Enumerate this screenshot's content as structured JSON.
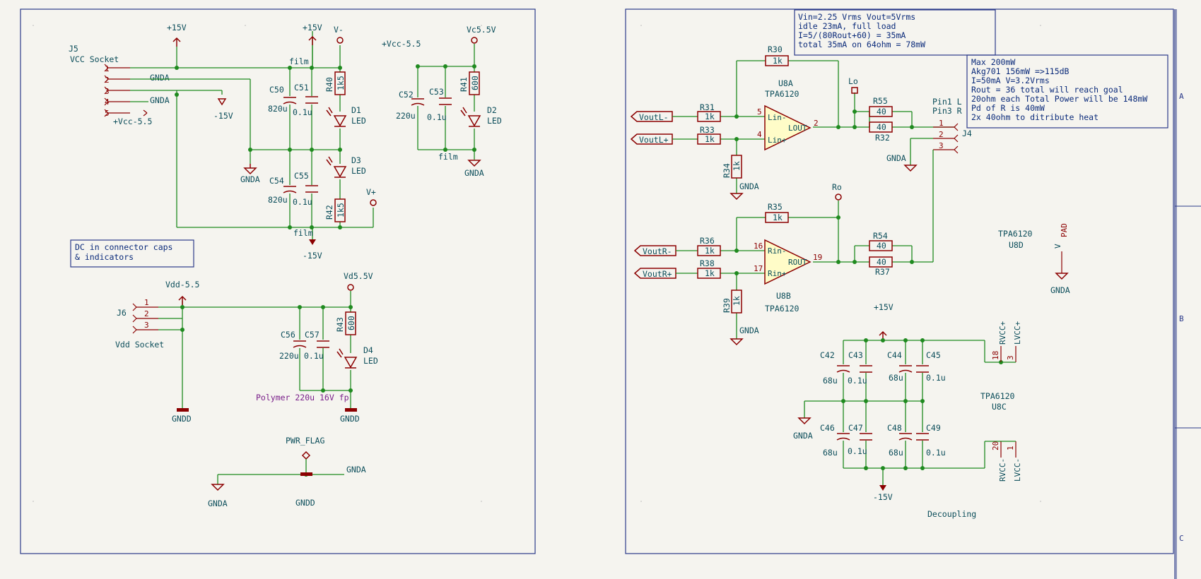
{
  "supplies": {
    "p15v": "+15V",
    "m15v": "-15V",
    "vminus": "V-",
    "vplus": "V+",
    "vcc55": "+Vcc-5.5",
    "vc55": "Vc5.5V",
    "vdd55": "Vdd-5.5",
    "vd55": "Vd5.5V",
    "gnda": "GNDA",
    "gndd": "GNDD",
    "pwr_flag": "PWR_FLAG",
    "film": "film"
  },
  "j5": {
    "ref": "J5",
    "value": "VCC Socket",
    "pins": [
      "1",
      "2",
      "3",
      "4",
      "5"
    ],
    "net2": "GNDA",
    "net4": "GNDA",
    "net5": "+Vcc-5.5"
  },
  "j6": {
    "ref": "J6",
    "value": "Vdd Socket",
    "pins": [
      "1",
      "2",
      "3"
    ]
  },
  "parts": {
    "c50": {
      "ref": "C50",
      "val": "820u"
    },
    "c51": {
      "ref": "C51",
      "val": "0.1u"
    },
    "c54": {
      "ref": "C54",
      "val": "820u"
    },
    "c55": {
      "ref": "C55",
      "val": "0.1u"
    },
    "r40": {
      "ref": "R40",
      "val": "1k5"
    },
    "r42": {
      "ref": "R42",
      "val": "1k5"
    },
    "d1": {
      "ref": "D1",
      "val": "LED"
    },
    "d3": {
      "ref": "D3",
      "val": "LED"
    },
    "c52": {
      "ref": "C52",
      "val": "220u"
    },
    "c53": {
      "ref": "C53",
      "val": "0.1u"
    },
    "r41": {
      "ref": "R41",
      "val": "600"
    },
    "d2": {
      "ref": "D2",
      "val": "LED"
    },
    "c56": {
      "ref": "C56",
      "val": "220u"
    },
    "c57": {
      "ref": "C57",
      "val": "0.1u"
    },
    "r43": {
      "ref": "R43",
      "val": "600"
    },
    "d4": {
      "ref": "D4",
      "val": "LED"
    },
    "r30": {
      "ref": "R30",
      "val": "1k"
    },
    "r31": {
      "ref": "R31",
      "val": "1k"
    },
    "r33": {
      "ref": "R33",
      "val": "1k"
    },
    "r34": {
      "ref": "R34",
      "val": "1k"
    },
    "r35": {
      "ref": "R35",
      "val": "1k"
    },
    "r36": {
      "ref": "R36",
      "val": "1k"
    },
    "r38": {
      "ref": "R38",
      "val": "1k"
    },
    "r39": {
      "ref": "R39",
      "val": "1k"
    },
    "r55": {
      "ref": "R55",
      "val": "40"
    },
    "r32": {
      "ref": "R32",
      "val": "40"
    },
    "r54": {
      "ref": "R54",
      "val": "40"
    },
    "r37": {
      "ref": "R37",
      "val": "40"
    },
    "c42": {
      "ref": "C42",
      "val": "68u"
    },
    "c43": {
      "ref": "C43",
      "val": "0.1u"
    },
    "c44": {
      "ref": "C44",
      "val": "68u"
    },
    "c45": {
      "ref": "C45",
      "val": "0.1u"
    },
    "c46": {
      "ref": "C46",
      "val": "68u"
    },
    "c47": {
      "ref": "C47",
      "val": "0.1u"
    },
    "c48": {
      "ref": "C48",
      "val": "68u"
    },
    "c49": {
      "ref": "C49",
      "val": "0.1u"
    }
  },
  "notes": {
    "dc_caps_1": "DC in connector caps",
    "dc_caps_2": "& indicators",
    "polymer": "Polymer 220u 16V fp",
    "decoupling": "Decoupling",
    "info1": [
      "Vin=2.25 Vrms Vout=5Vrms",
      "idle 23mA, full load",
      "I=5/(80Rout+60) = 35mA",
      "total 35mA on 64ohm = 78mW"
    ],
    "info2": [
      "Max 200mW",
      "Akg701 156mW =>115dB",
      "I=50mA V=3.2Vrms",
      "Rout = 36 total will reach goal",
      "20ohm each Total Power will be 148mW",
      "Pd of R is 40mW",
      "2x 40ohm to ditribute heat"
    ]
  },
  "u8a": {
    "ref": "U8A",
    "val": "TPA6120",
    "pin_inm": "Lin-",
    "pin_inp": "Lin+",
    "pin_out": "LOUT",
    "n5": "5",
    "n4": "4",
    "n2": "2"
  },
  "u8b": {
    "ref": "U8B",
    "val": "TPA6120",
    "pin_inm": "Rin-",
    "pin_inp": "Rin+",
    "pin_out": "ROUT",
    "n16": "16",
    "n17": "17",
    "n19": "19"
  },
  "u8c": {
    "ref": "U8C",
    "val": "TPA6120",
    "rvccp": "RVCC+",
    "lvccp": "LVCC+",
    "rvccm": "RVCC-",
    "lvccm": "LVCC-",
    "n18": "18",
    "n3": "3",
    "n20": "20",
    "n1": "1"
  },
  "u8d": {
    "ref": "U8D",
    "val": "TPA6120",
    "pad": "PAD",
    "v": "V"
  },
  "ports": {
    "voutlm": "VoutL-",
    "voutlp": "VoutL+",
    "voutrm": "VoutR-",
    "voutrp": "VoutR+",
    "lo": "Lo",
    "ro": "Ro"
  },
  "j4": {
    "ref": "J4",
    "pins": [
      "1",
      "2",
      "3"
    ],
    "label1": "Pin1 L",
    "label2": "Pin3 R"
  },
  "frame": {
    "rows": [
      "A",
      "B",
      "C"
    ]
  }
}
